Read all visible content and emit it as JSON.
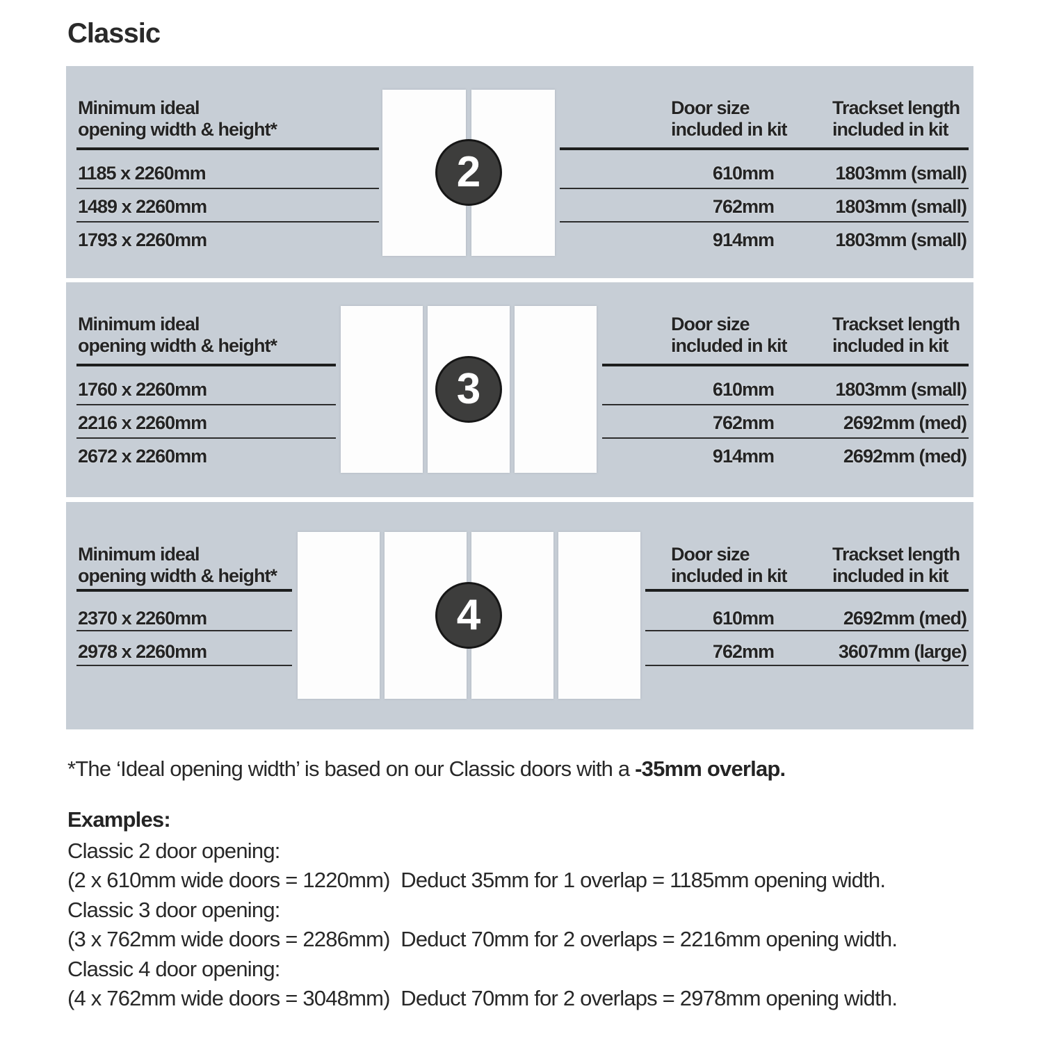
{
  "title": "Classic",
  "colors": {
    "panel_background": "#c7ced6",
    "badge_fill": "#3d3d3c",
    "badge_number": "#ffffff",
    "text": "#242424",
    "door_fill": "#fdfdfd"
  },
  "labels": {
    "min_header": [
      "Minimum ideal",
      "opening width & height*"
    ],
    "door_col": [
      "Door size",
      "included in kit"
    ],
    "track_col": [
      "Trackset length",
      "included in kit"
    ]
  },
  "sections": [
    {
      "door_count": "2",
      "openings": [
        "1185 x 2260mm",
        "1489 x 2260mm",
        "1793 x 2260mm"
      ],
      "rows": [
        {
          "door": "610mm",
          "track": "1803mm (small)"
        },
        {
          "door": "762mm",
          "track": "1803mm (small)"
        },
        {
          "door": "914mm",
          "track": "1803mm (small)"
        }
      ]
    },
    {
      "door_count": "3",
      "openings": [
        "1760 x 2260mm",
        "2216 x 2260mm",
        "2672 x 2260mm"
      ],
      "rows": [
        {
          "door": "610mm",
          "track": "1803mm (small)"
        },
        {
          "door": "762mm",
          "track": "2692mm (med)"
        },
        {
          "door": "914mm",
          "track": "2692mm (med)"
        }
      ]
    },
    {
      "door_count": "4",
      "openings": [
        "2370 x 2260mm",
        "2978 x 2260mm"
      ],
      "rows": [
        {
          "door": "610mm",
          "track": "2692mm (med)"
        },
        {
          "door": "762mm",
          "track": "3607mm (large)"
        }
      ]
    }
  ],
  "footnote": {
    "regular": "*The ‘Ideal opening width’ is based on our Classic doors with a ",
    "bold": "-35mm overlap."
  },
  "examples": {
    "heading": "Examples:",
    "lines": [
      "Classic 2 door opening:",
      "(2 x 610mm wide doors = 1220mm)  Deduct 35mm for 1 overlap = 1185mm opening width.",
      "Classic 3 door opening:",
      "(3 x 762mm wide doors = 2286mm)  Deduct 70mm for 2 overlaps = 2216mm opening width.",
      "Classic 4 door opening:",
      "(4 x 762mm wide doors = 3048mm)  Deduct 70mm for 2 overlaps = 2978mm opening width."
    ]
  }
}
